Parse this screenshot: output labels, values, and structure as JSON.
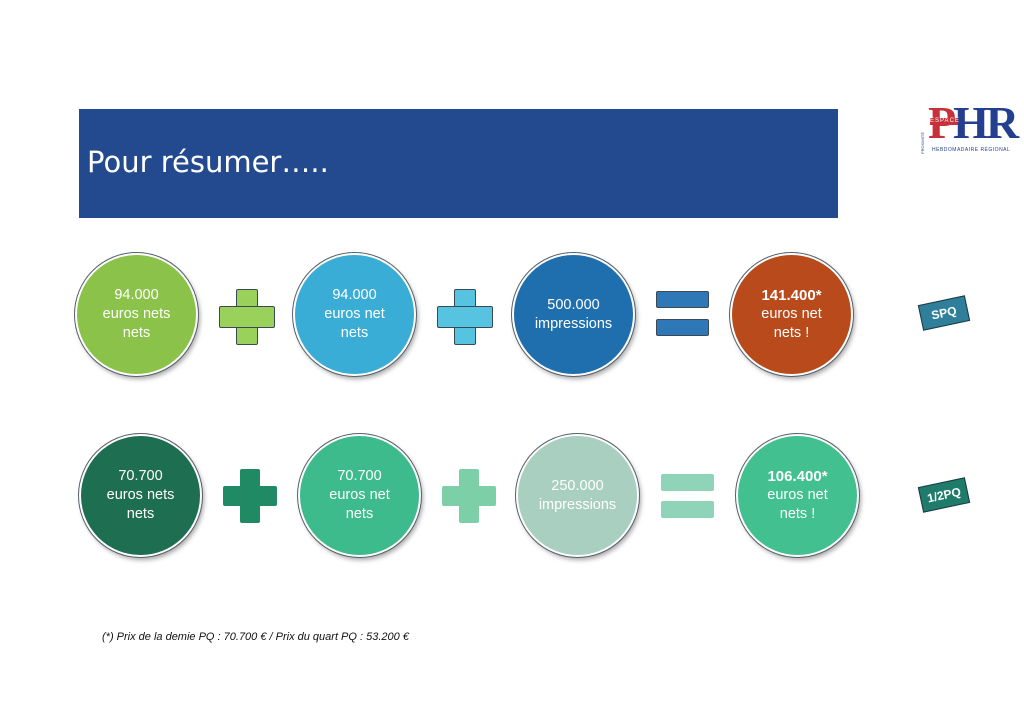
{
  "header": {
    "title": "Pour résumer….."
  },
  "logo": {
    "letters_p": "P",
    "letters_hr": "HR",
    "small_word": "ESPACE",
    "tagline": "HEBDOMADAIRE RÉGIONAL",
    "side": "PROXIMITÉ"
  },
  "row1": {
    "circle1": {
      "value": "94.000",
      "line2": "euros nets",
      "line3": "nets",
      "color": "#8bc34a"
    },
    "circle2": {
      "value": "94.000",
      "line2": "euros net",
      "line3": "nets",
      "color": "#3aadd6"
    },
    "circle3": {
      "value": "500.000",
      "line2": "impressions",
      "color": "#1f6fae"
    },
    "circle4": {
      "value": "141.400*",
      "line2": "euros net",
      "line3": "nets !",
      "color": "#b84a1c"
    },
    "label": "SPQ",
    "plus_color": "#9ad15a",
    "plus_color2": "#56c3e0",
    "equals_color": "#2e78b7"
  },
  "row2": {
    "circle1": {
      "value": "70.700",
      "line2": "euros nets",
      "line3": "nets",
      "color": "#1e6e52"
    },
    "circle2": {
      "value": "70.700",
      "line2": "euros net",
      "line3": "nets",
      "color": "#3dbb8c"
    },
    "circle3": {
      "value": "250.000",
      "line2": "impressions",
      "color": "#a9cfc0"
    },
    "circle4": {
      "value": "106.400*",
      "line2": "euros net",
      "line3": "nets !",
      "color": "#42c090"
    },
    "label": "1/2PQ",
    "plus_color": "#1f8a63",
    "plus_color2": "#7dcfa8",
    "equals_color": "#8fd4b8"
  },
  "footnote": "(*) Prix de la demie PQ : 70.700 € / Prix du quart PQ : 53.200 €"
}
